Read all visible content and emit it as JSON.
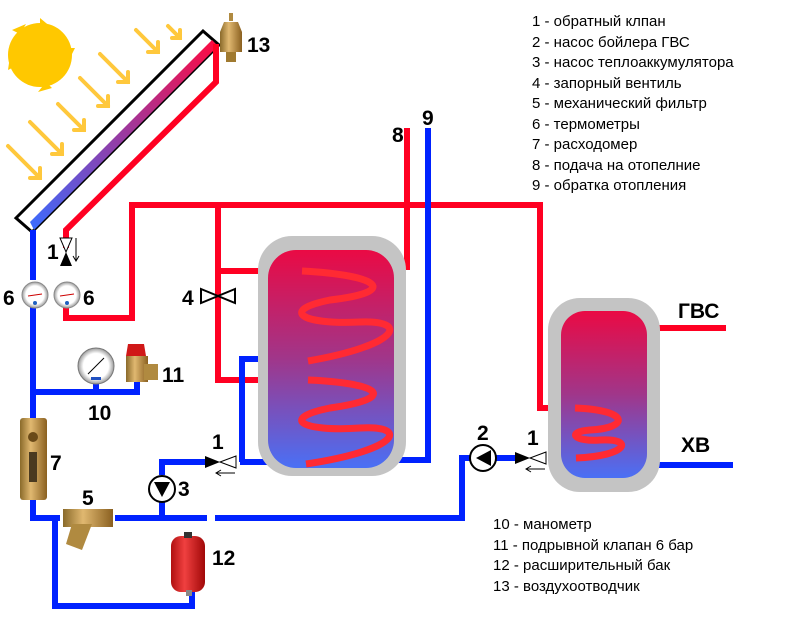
{
  "legend_top": [
    {
      "num": "1",
      "text": "1 - обратный клпан"
    },
    {
      "num": "2",
      "text": "2 - насос бойлера ГВС"
    },
    {
      "num": "3",
      "text": "3 - насос теплоаккумулятора"
    },
    {
      "num": "4",
      "text": "4 - запорный вентиль"
    },
    {
      "num": "5",
      "text": "5 - механический фильтр"
    },
    {
      "num": "6",
      "text": "6 - термометры"
    },
    {
      "num": "7",
      "text": "7 - расходомер"
    },
    {
      "num": "8",
      "text": "8 - подача на отопелние"
    },
    {
      "num": "9",
      "text": "9 - обратка отопления"
    }
  ],
  "legend_bottom": [
    {
      "num": "10",
      "text": "10 - манометр"
    },
    {
      "num": "11",
      "text": "11 - подрывной клапан 6 бар"
    },
    {
      "num": "12",
      "text": "12 - расширительный бак"
    },
    {
      "num": "13",
      "text": "13 - воздухоотводчик"
    }
  ],
  "labels": {
    "air_vent": "13",
    "check_valve_collector": "1",
    "thermometer_left": "6",
    "thermometer_right": "6",
    "shutoff_valve": "4",
    "pressure_gauge": "10",
    "safety_valve": "11",
    "flow_meter": "7",
    "filter": "5",
    "expansion_tank": "12",
    "pump_storage": "3",
    "check_valve_storage": "1",
    "heating_supply": "8",
    "heating_return": "9",
    "pump_boiler": "2",
    "check_valve_boiler": "1",
    "hot_water": "ГВС",
    "cold_water": "ХВ"
  },
  "colors": {
    "hot_pipe": "#ff0022",
    "cold_pipe": "#0022ff",
    "coil": "#ff2a33",
    "tank_shell": "#c4c4c4",
    "tank_top": "#e60c45",
    "tank_bottom": "#4a6cf5",
    "sun": "#ffc800",
    "sun_rays": "#ffc83c"
  }
}
